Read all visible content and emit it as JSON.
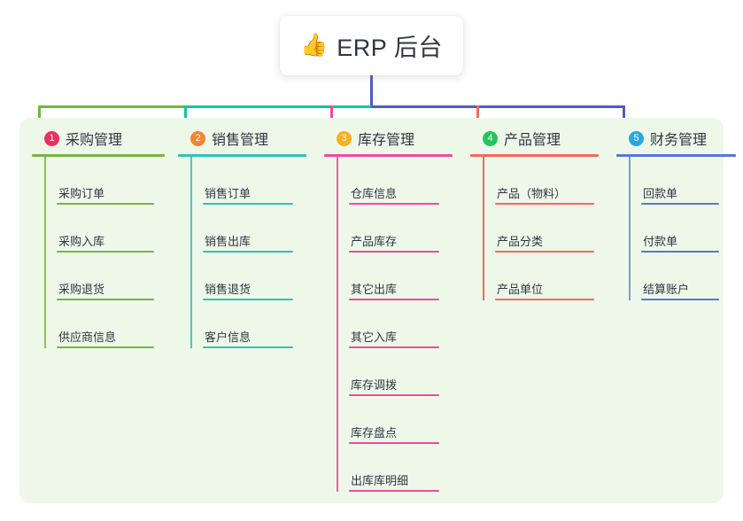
{
  "root": {
    "icon": "thumbs-up-emoji",
    "icon_glyph": "👍",
    "title": "ERP 后台",
    "card_bg": "#ffffff"
  },
  "panel": {
    "bg": "#eef8e9"
  },
  "connector": {
    "trunk_color": "#4d5ec0",
    "bar_segments": [
      {
        "color": "#6fb83f"
      },
      {
        "color": "#16c3a6"
      },
      {
        "color": "#4d5ec0"
      }
    ]
  },
  "columns": [
    {
      "number": "1",
      "title": "采购管理",
      "badge_color": "#ef2e63",
      "line_color": "#7ab24c",
      "spine_color": "#8cc152",
      "stub_color": "#6fb83f",
      "items": [
        {
          "label": "采购订单"
        },
        {
          "label": "采购入库"
        },
        {
          "label": "采购退货"
        },
        {
          "label": "供应商信息"
        }
      ]
    },
    {
      "number": "2",
      "title": "销售管理",
      "badge_color": "#f5862e",
      "line_color": "#2bc5b4",
      "spine_color": "#49c8bb",
      "stub_color": "#16c3a6",
      "items": [
        {
          "label": "销售订单"
        },
        {
          "label": "销售出库"
        },
        {
          "label": "销售退货"
        },
        {
          "label": "客户信息"
        }
      ]
    },
    {
      "number": "3",
      "title": "库存管理",
      "badge_color": "#fbb01e",
      "line_color": "#ec4c9b",
      "spine_color": "#e9609f",
      "stub_color": "#ec4c9b",
      "items": [
        {
          "label": "仓库信息"
        },
        {
          "label": "产品库存"
        },
        {
          "label": "其它出库"
        },
        {
          "label": "其它入库"
        },
        {
          "label": "库存调拨"
        },
        {
          "label": "库存盘点"
        },
        {
          "label": "出库库明细"
        }
      ]
    },
    {
      "number": "4",
      "title": "产品管理",
      "badge_color": "#22c55e",
      "line_color": "#f4685f",
      "spine_color": "#f4685f",
      "stub_color": "#f4685f",
      "items": [
        {
          "label": "产品（物料）"
        },
        {
          "label": "产品分类"
        },
        {
          "label": "产品单位"
        }
      ]
    },
    {
      "number": "5",
      "title": "财务管理",
      "badge_color": "#29a8e0",
      "line_color": "#5b76d4",
      "spine_color": "#7f9be0",
      "stub_color": "#4d5ec0",
      "items": [
        {
          "label": "回款单"
        },
        {
          "label": "付款单"
        },
        {
          "label": "结算账户"
        }
      ]
    }
  ]
}
